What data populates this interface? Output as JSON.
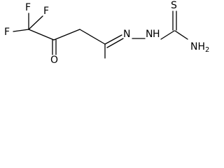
{
  "molecule": {
    "atoms": {
      "f1": "F",
      "f2": "F",
      "f3": "F",
      "o1": "O",
      "n1": "N",
      "n2": "N",
      "h_on_n2": "H",
      "s1": "S",
      "nh2": "NH2"
    }
  }
}
